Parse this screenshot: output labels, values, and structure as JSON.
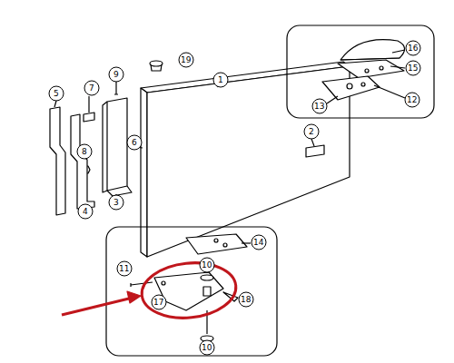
{
  "diagram": {
    "labels": [
      "19",
      "1",
      "9",
      "5",
      "7",
      "16",
      "15",
      "12",
      "13",
      "2",
      "6",
      "8",
      "3",
      "4",
      "14",
      "10",
      "11",
      "18",
      "17",
      "10"
    ]
  }
}
